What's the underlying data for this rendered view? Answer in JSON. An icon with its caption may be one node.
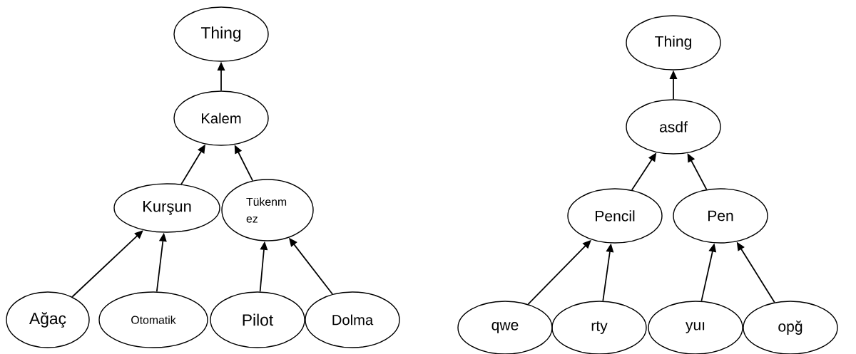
{
  "diagram": {
    "nodes": [
      {
        "text": [
          "Thing"
        ]
      },
      {
        "text": [
          "Kalem"
        ]
      },
      {
        "text": [
          "Kurşun"
        ]
      },
      {
        "text": [
          "Tükenm ez"
        ]
      },
      {
        "text": [
          "Ağaç"
        ]
      },
      {
        "text": [
          "Otomatik"
        ]
      },
      {
        "text": [
          "Pilot"
        ]
      },
      {
        "text": [
          "Dolma"
        ]
      },
      {
        "text": [
          "Thing"
        ]
      },
      {
        "text": [
          "asdf"
        ]
      },
      {
        "text": [
          "Pencil"
        ]
      },
      {
        "text": [
          "Pen"
        ]
      },
      {
        "text": [
          "qwe"
        ]
      },
      {
        "text": [
          "rty"
        ]
      },
      {
        "text": [
          "yuı"
        ]
      },
      {
        "text": [
          "opğ"
        ]
      }
    ],
    "edges": [
      {
        "from": 1,
        "to": 0,
        "arrow": "to"
      },
      {
        "from": 2,
        "to": 1,
        "arrow": "to"
      },
      {
        "from": 3,
        "to": 1,
        "arrow": "to"
      },
      {
        "from": 4,
        "to": 2,
        "arrow": "to"
      },
      {
        "from": 5,
        "to": 2,
        "arrow": "to"
      },
      {
        "from": 6,
        "to": 3,
        "arrow": "to"
      },
      {
        "from": 7,
        "to": 3,
        "arrow": "to"
      },
      {
        "from": 9,
        "to": 8,
        "arrow": "to"
      },
      {
        "from": 10,
        "to": 9,
        "arrow": "to"
      },
      {
        "from": 11,
        "to": 9,
        "arrow": "to"
      },
      {
        "from": 12,
        "to": 10,
        "arrow": "to"
      },
      {
        "from": 13,
        "to": 10,
        "arrow": "to"
      },
      {
        "from": 14,
        "to": 11,
        "arrow": "to"
      },
      {
        "from": 15,
        "to": 11,
        "arrow": "to"
      }
    ]
  }
}
